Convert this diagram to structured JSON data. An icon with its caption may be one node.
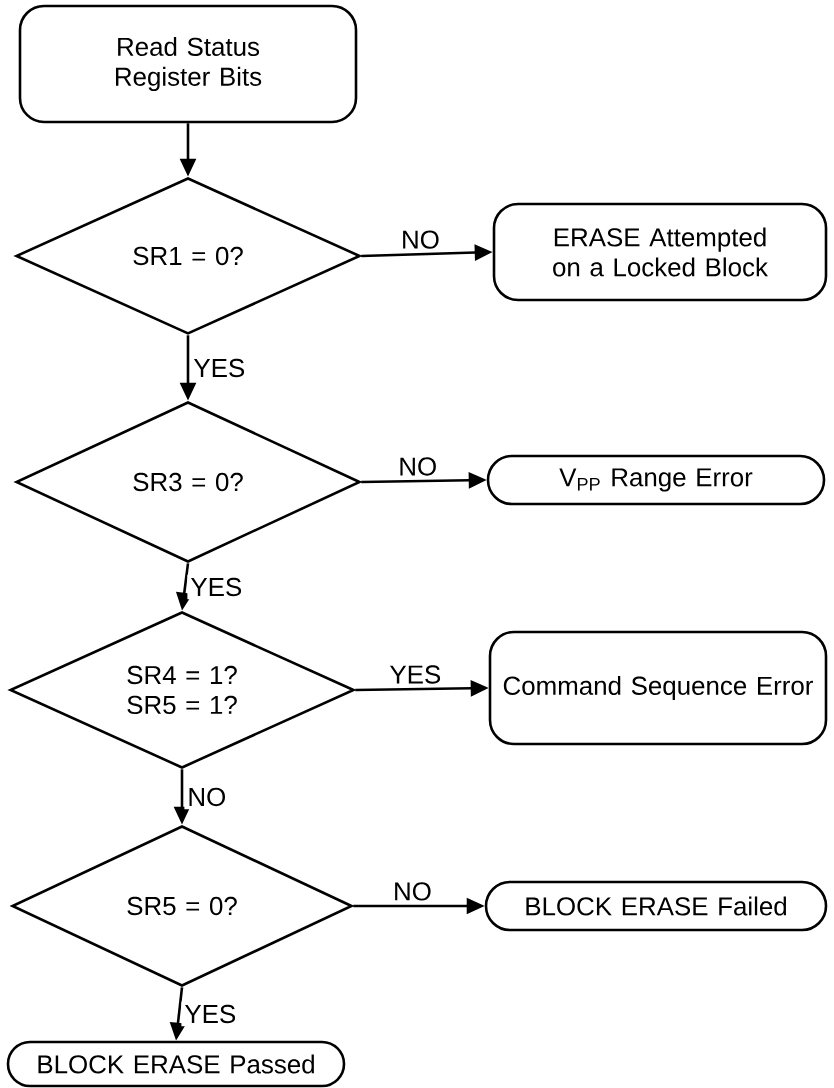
{
  "diagram": {
    "nodes": [
      {
        "text": [
          "Read Status Register Bits"
        ]
      },
      {
        "text": [
          "SR1 = 0?"
        ]
      },
      {
        "text": [
          "ERASE Attempted on a Locked Block"
        ]
      },
      {
        "text": [
          "SR3 = 0?"
        ]
      },
      {
        "text": [
          "V$_{PP}$ Range Error"
        ]
      },
      {
        "text": [
          "SR4 = 1? SR5 = 1?"
        ]
      },
      {
        "text": [
          "Command Sequence Error"
        ]
      },
      {
        "text": [
          "SR5 = 0?"
        ]
      },
      {
        "text": [
          "BLOCK ERASE Failed"
        ]
      },
      {
        "text": [
          "BLOCK ERASE Passed"
        ]
      }
    ],
    "edges": [
      {
        "from": 0,
        "to": 1,
        "arrow": "to"
      },
      {
        "from": 1,
        "to": 2,
        "arrow": "to",
        "label": "NO"
      },
      {
        "from": 1,
        "to": 3,
        "arrow": "to",
        "label": "YES"
      },
      {
        "from": 3,
        "to": 4,
        "arrow": "to",
        "label": "NO"
      },
      {
        "from": 3,
        "to": 5,
        "arrow": "to",
        "label": "YES"
      },
      {
        "from": 5,
        "to": 6,
        "arrow": "to",
        "label": "YES"
      },
      {
        "from": 5,
        "to": 7,
        "arrow": "to",
        "label": "NO"
      },
      {
        "from": 7,
        "to": 8,
        "arrow": "to",
        "label": "NO"
      },
      {
        "from": 7,
        "to": 9,
        "arrow": "to",
        "label": "YES"
      }
    ]
  }
}
